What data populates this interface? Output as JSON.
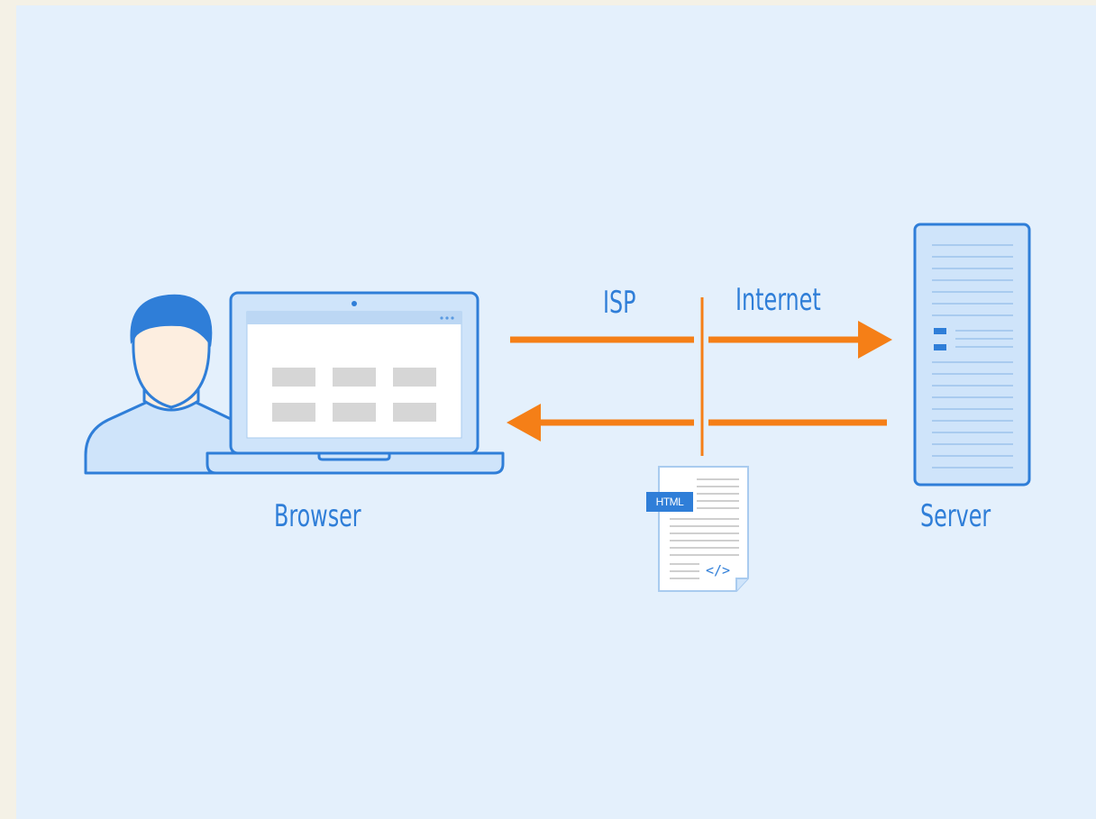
{
  "labels": {
    "browser": "Browser",
    "server": "Server",
    "isp": "ISP",
    "internet": "Internet",
    "document_tag": "HTML",
    "document_code": "</>"
  },
  "colors": {
    "background": "#e4f0fc",
    "outline": "#2f7ed8",
    "arrow": "#f57f17",
    "light_fill": "#cfe4fa",
    "skin": "#fdeee0",
    "placeholder": "#d6d6d6"
  },
  "icons": [
    "user-icon",
    "laptop-icon",
    "server-icon",
    "html-document-icon"
  ]
}
